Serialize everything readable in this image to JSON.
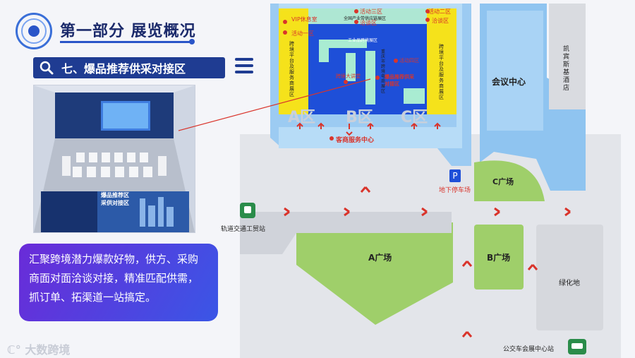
{
  "header": {
    "title": "第一部分  展览概况",
    "section": "七、爆品推荐供采对接区"
  },
  "booth": {
    "sign_line1": "爆品推荐区",
    "sign_line2": "采供对接区"
  },
  "description": "汇聚跨境潜力爆款好物，供方、采购商面对面洽谈对接，精准匹配供需，抓订单、拓渠道一站搞定。",
  "watermark": "大数跨境",
  "map": {
    "zones": {
      "huodong3": "活动三区",
      "quanguo": "全国产业带供应链展区",
      "qiatan_top": "洽谈区",
      "huodong2": "活动二区",
      "qiatan_right": "洽谈区",
      "vip": "VIP休息室",
      "huodong1": "活动一区",
      "left_vertical": "跨境平台及服务商展区",
      "right_vertical": "跨境平台及服务商展区",
      "gongye": "工业品跨境展区",
      "chongqing": "重庆市跨境电商展区",
      "huodong4": "活动四区",
      "kuajing_dajiangtang": "跨境大讲堂",
      "baopin": "爆品推荐供采对接区",
      "area_a": "A区",
      "area_b": "B区",
      "area_c": "C区"
    },
    "service_center": "客商服务中心",
    "conference_center": "会议中心",
    "hotel": "凯宾斯基酒店",
    "parking": "地下停车场",
    "plaza_a": "A广场",
    "plaza_b": "B广场",
    "plaza_c": "C广场",
    "green": "绿化地",
    "metro": "轨道交通工贸站",
    "bus": "公交车会展中心站"
  },
  "colors": {
    "title": "#1b2a6b",
    "section_bg": "#1f3c92",
    "hall_blue": "#1e4fd8",
    "zone_yellow": "#f5e21b",
    "building": "#8fc4f0",
    "plaza_green": "#9fcf6a",
    "arrow_red": "#d9342b",
    "desc_gradient_start": "#6a2bd8",
    "desc_gradient_end": "#3a56e6"
  }
}
